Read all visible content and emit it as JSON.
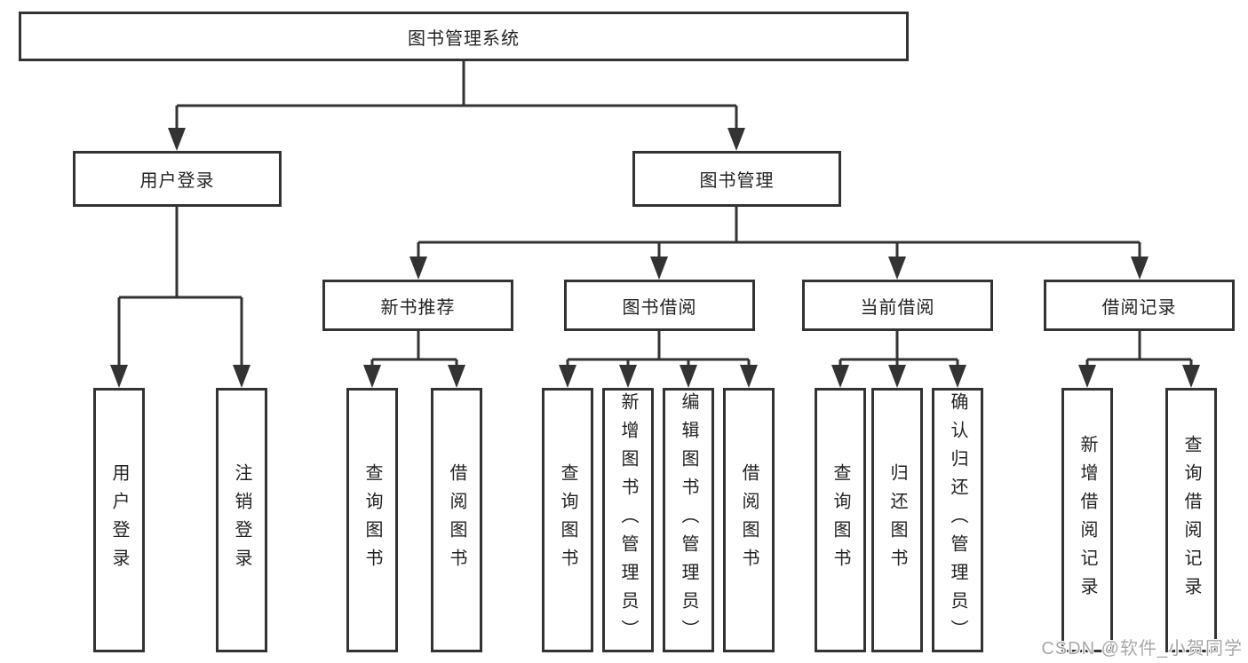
{
  "colors": {
    "line": "#333333",
    "box_border": "#333333",
    "background": "#ffffff",
    "text": "#232323",
    "watermark": "#a8a8a8"
  },
  "watermark": "CSDN @软件_小贺同学",
  "tree": {
    "root": {
      "label": "图书管理系统"
    },
    "branches": [
      {
        "label": "用户登录",
        "leaves": [
          "用户登录",
          "注销登录"
        ]
      },
      {
        "label": "图书管理",
        "groups": [
          {
            "label": "新书推荐",
            "leaves": [
              "查询图书",
              "借阅图书"
            ]
          },
          {
            "label": "图书借阅",
            "leaves": [
              "查询图书",
              "新增图书（管理员）",
              "编辑图书（管理员）",
              "借阅图书"
            ]
          },
          {
            "label": "当前借阅",
            "leaves": [
              "查询图书",
              "归还图书",
              "确认归还（管理员）"
            ]
          },
          {
            "label": "借阅记录",
            "leaves": [
              "新增借阅记录",
              "查询借阅记录"
            ]
          }
        ]
      }
    ]
  }
}
